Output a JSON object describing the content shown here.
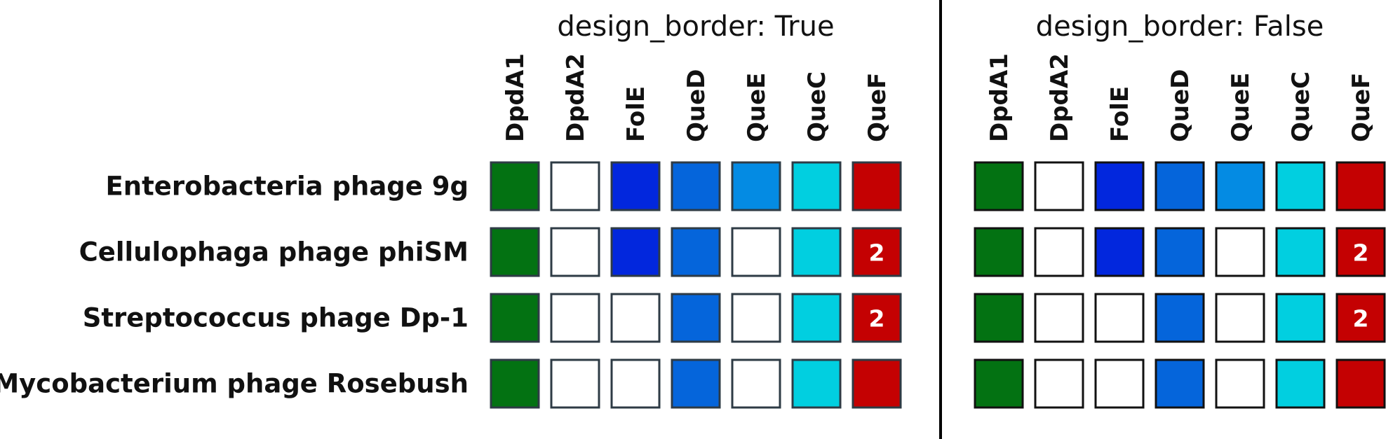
{
  "chart_data": {
    "type": "heatmap",
    "rows": [
      "Enterobacteria phage 9g",
      "Cellulophaga phage phiSM",
      "Streptococcus phage Dp-1",
      "Mycobacterium phage Rosebush"
    ],
    "columns": [
      "DpdA1",
      "DpdA2",
      "FolE",
      "QueD",
      "QueE",
      "QueC",
      "QueF"
    ],
    "column_colors": {
      "DpdA1": "#037212",
      "DpdA2": "#ffffff",
      "FolE": "#0227DD",
      "QueD": "#0565DB",
      "QueE": "#048BE3",
      "QueC": "#01CFE0",
      "QueF": "#C40102"
    },
    "presence": [
      [
        1,
        0,
        1,
        1,
        1,
        1,
        1
      ],
      [
        1,
        0,
        1,
        1,
        0,
        1,
        1
      ],
      [
        1,
        0,
        0,
        1,
        0,
        1,
        1
      ],
      [
        1,
        0,
        0,
        1,
        0,
        1,
        1
      ]
    ],
    "cell_labels": [
      [
        "",
        "",
        "",
        "",
        "",
        "",
        ""
      ],
      [
        "",
        "",
        "",
        "",
        "",
        "",
        "2"
      ],
      [
        "",
        "",
        "",
        "",
        "",
        "",
        "2"
      ],
      [
        "",
        "",
        "",
        "",
        "",
        "",
        ""
      ]
    ],
    "panels": [
      {
        "title": "design_border: True",
        "border_color": "#2e3b45"
      },
      {
        "title": "design_border: False",
        "border_color": "#111111"
      }
    ],
    "divider_color": "#000000"
  }
}
